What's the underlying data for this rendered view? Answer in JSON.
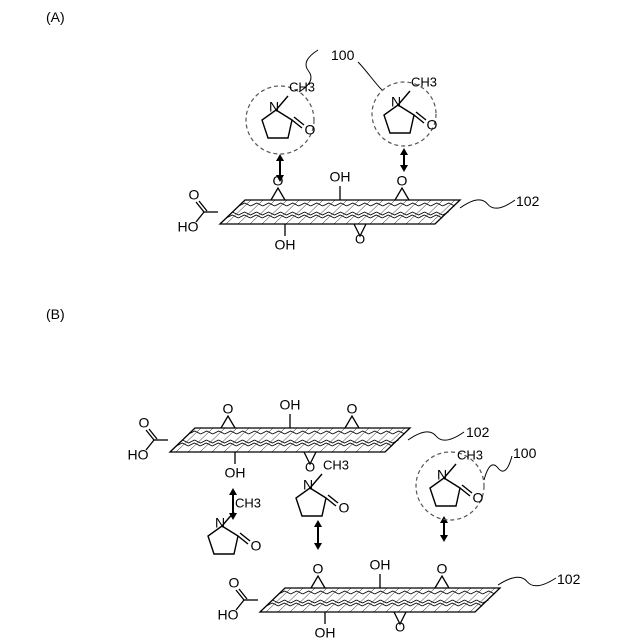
{
  "panels": [
    {
      "label": "(A)"
    },
    {
      "label": "(B)"
    }
  ],
  "refs": {
    "nmp": "100",
    "graphene_oxide": "102"
  },
  "groups": {
    "hydroxyl": "OH",
    "carboxyl_oh": "HO",
    "carbonyl_o": "O",
    "ring_o": "O",
    "ether_o": "O",
    "methyl": "CH3",
    "amine_n": "N"
  },
  "colors": {
    "ink": "#000000",
    "dashed": "#555555"
  }
}
